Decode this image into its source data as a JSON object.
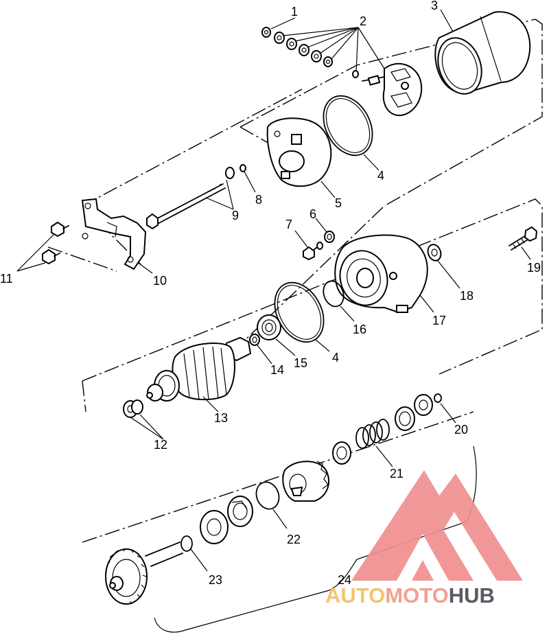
{
  "callouts": {
    "c1": "1",
    "c2": "2",
    "c3": "3",
    "c4a": "4",
    "c4b": "4",
    "c5": "5",
    "c6": "6",
    "c7": "7",
    "c8": "8",
    "c9": "9",
    "c10": "10",
    "c11": "11",
    "c12": "12",
    "c13": "13",
    "c14": "14",
    "c15": "15",
    "c16": "16",
    "c17": "17",
    "c18": "18",
    "c19": "19",
    "c20": "20",
    "c21": "21",
    "c22": "22",
    "c23": "23",
    "c24": "24"
  },
  "watermark": {
    "part1": "AUTO",
    "part2": "MOTO",
    "part3": "HUB",
    "colors": {
      "triangle": "#f08f8f",
      "auto": "#f2bf68",
      "moto": "#f09a86",
      "hub": "#4b4b55"
    }
  }
}
